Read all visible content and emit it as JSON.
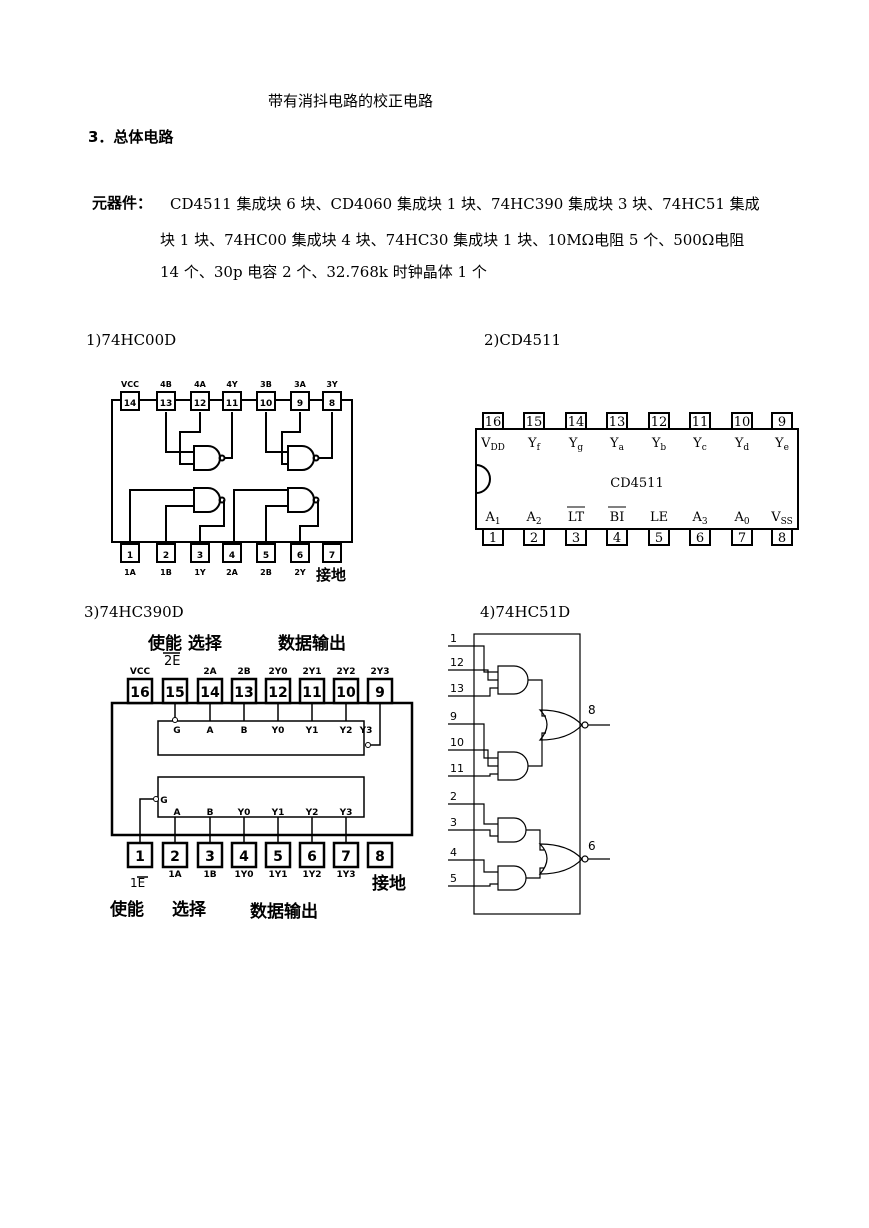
{
  "caption": "带有消抖电路的校正电路",
  "section": "3．总体电路",
  "components": {
    "label": "元器件：",
    "line1": "CD4511 集成块 6 块、CD4060 集成块 1 块、74HC390 集成块 3 块、74HC51 集成",
    "line2": "块 1 块、74HC00 集成块 4 块、74HC30 集成块 1 块、10MΩ电阻 5 个、500Ω电阻",
    "line3": "14 个、30p 电容 2 个、32.768k 时钟晶体 1 个"
  },
  "figures": {
    "f1": "1)74HC00D",
    "f2": "2)CD4511",
    "f3": "3)74HC390D",
    "f4": "4)74HC51D"
  },
  "hc00": {
    "top_names": [
      "VCC",
      "4B",
      "4A",
      "4Y",
      "3B",
      "3A",
      "3Y"
    ],
    "top_pins": [
      "14",
      "13",
      "12",
      "11",
      "10",
      "9",
      "8"
    ],
    "bottom_pins": [
      "1",
      "2",
      "3",
      "4",
      "5",
      "6",
      "7"
    ],
    "bottom_names": [
      "1A",
      "1B",
      "1Y",
      "2A",
      "2B",
      "2Y"
    ],
    "ground": "接地"
  },
  "cd4511": {
    "top_pins": [
      "16",
      "15",
      "14",
      "13",
      "12",
      "11",
      "10",
      "9"
    ],
    "top_sigs": [
      "V",
      "Y",
      "Y",
      "Y",
      "Y",
      "Y",
      "Y",
      "Y"
    ],
    "top_subs": [
      "DD",
      "f",
      "g",
      "a",
      "b",
      "c",
      "d",
      "e"
    ],
    "chip": "CD4511",
    "bottom_sigs": [
      "A",
      "A",
      "LT",
      "BI",
      "LE",
      "A",
      "A",
      "V"
    ],
    "bottom_subs": [
      "1",
      "2",
      "",
      "",
      "",
      "3",
      "0",
      "SS"
    ],
    "bottom_pins": [
      "1",
      "2",
      "3",
      "4",
      "5",
      "6",
      "7",
      "8"
    ]
  },
  "hc390": {
    "enable_select_top": "使能 选择",
    "data_out_top": "数据输出",
    "en_top": "2E",
    "top_names": [
      "VCC",
      "",
      "2A",
      "2B",
      "2Y0",
      "2Y1",
      "2Y2",
      "2Y3"
    ],
    "top_pins": [
      "16",
      "15",
      "14",
      "13",
      "12",
      "11",
      "10",
      "9"
    ],
    "u1": [
      "G",
      "A",
      "B",
      "Y0",
      "Y1",
      "Y2",
      "Y3"
    ],
    "u2": [
      "G",
      "A",
      "B",
      "Y0",
      "Y1",
      "Y2",
      "Y3"
    ],
    "bottom_pins": [
      "1",
      "2",
      "3",
      "4",
      "5",
      "6",
      "7",
      "8"
    ],
    "bottom_names": [
      "",
      "1A",
      "1B",
      "1Y0",
      "1Y1",
      "1Y2",
      "1Y3"
    ],
    "en_bottom": "1E",
    "ground": "接地",
    "enable_bottom": "使能",
    "select_bottom": "选择",
    "data_out_bottom": "数据输出"
  },
  "hc51": {
    "inputs": [
      "1",
      "12",
      "13",
      "9",
      "10",
      "11",
      "2",
      "3",
      "4",
      "5"
    ],
    "out_top": "8",
    "out_bottom": "6"
  }
}
